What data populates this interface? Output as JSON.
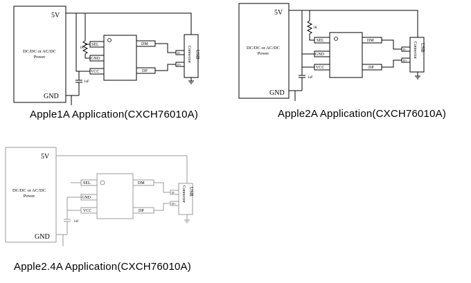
{
  "circuits": [
    {
      "caption": "Apple1A  Application(CXCH76010A)",
      "source_label": "DC/DC  or  AC/DC",
      "power_label": "Power",
      "v5_label": "5V",
      "gnd_label": "GND",
      "resistor_label": "1K",
      "capacitor_label": "1uF",
      "pins": {
        "sel": "SEL",
        "gnd": "GND",
        "vcc": "VCC",
        "dm": "DM",
        "dp": "DP"
      },
      "usb_dminus": "D-",
      "usb_dplus": "D+",
      "usb_label": "USB",
      "usb_connector_label": "Connector"
    },
    {
      "caption": "Apple2A  Application(CXCH76010A)",
      "source_label": "DC/DC  or  AC/DC",
      "power_label": "Power",
      "v5_label": "5V",
      "gnd_label": "GND",
      "resistor_label": "1K",
      "capacitor_label": "1uF",
      "pins": {
        "sel": "SEL",
        "gnd": "GND",
        "vcc": "VCC",
        "dm": "DM",
        "dp": "DP"
      },
      "usb_dminus": "D-",
      "usb_dplus": "D+",
      "usb_label": "USB",
      "usb_connector_label": "Connector"
    },
    {
      "caption": "Apple2.4A  Application(CXCH76010A)",
      "source_label": "DC/DC  or  AC/DC",
      "power_label": "Power",
      "v5_label": "5V",
      "gnd_label": "GND",
      "capacitor_label": "1uF",
      "pins": {
        "sel": "SEL",
        "gnd": "GND",
        "vcc": "VCC",
        "dm": "DM",
        "dp": "DP"
      },
      "usb_dminus": "D-",
      "usb_dplus": "D+",
      "usb_label": "USB",
      "usb_connector_label": "Connector"
    }
  ]
}
